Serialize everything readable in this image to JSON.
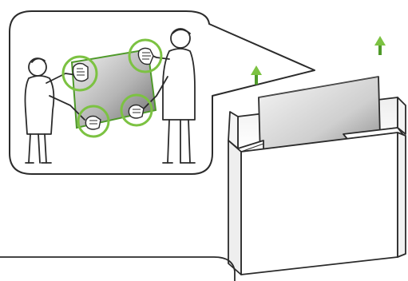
{
  "figure": {
    "kind": "tv-unboxing-instruction",
    "colors": {
      "outline": "#2b2b2b",
      "accent": "#7cc242",
      "accent_dark": "#4f9a2a",
      "panel_light": "#e6e6e6",
      "panel_dark": "#777777",
      "box_face": "#ffffff",
      "box_shade": "#f1f1f1"
    },
    "icons": [
      "up-arrow-icon",
      "hand-grip-icon",
      "person-figure",
      "tv-panel",
      "cardboard-box"
    ],
    "callout": {
      "grip_points": 4
    },
    "lift_arrows": 2
  }
}
